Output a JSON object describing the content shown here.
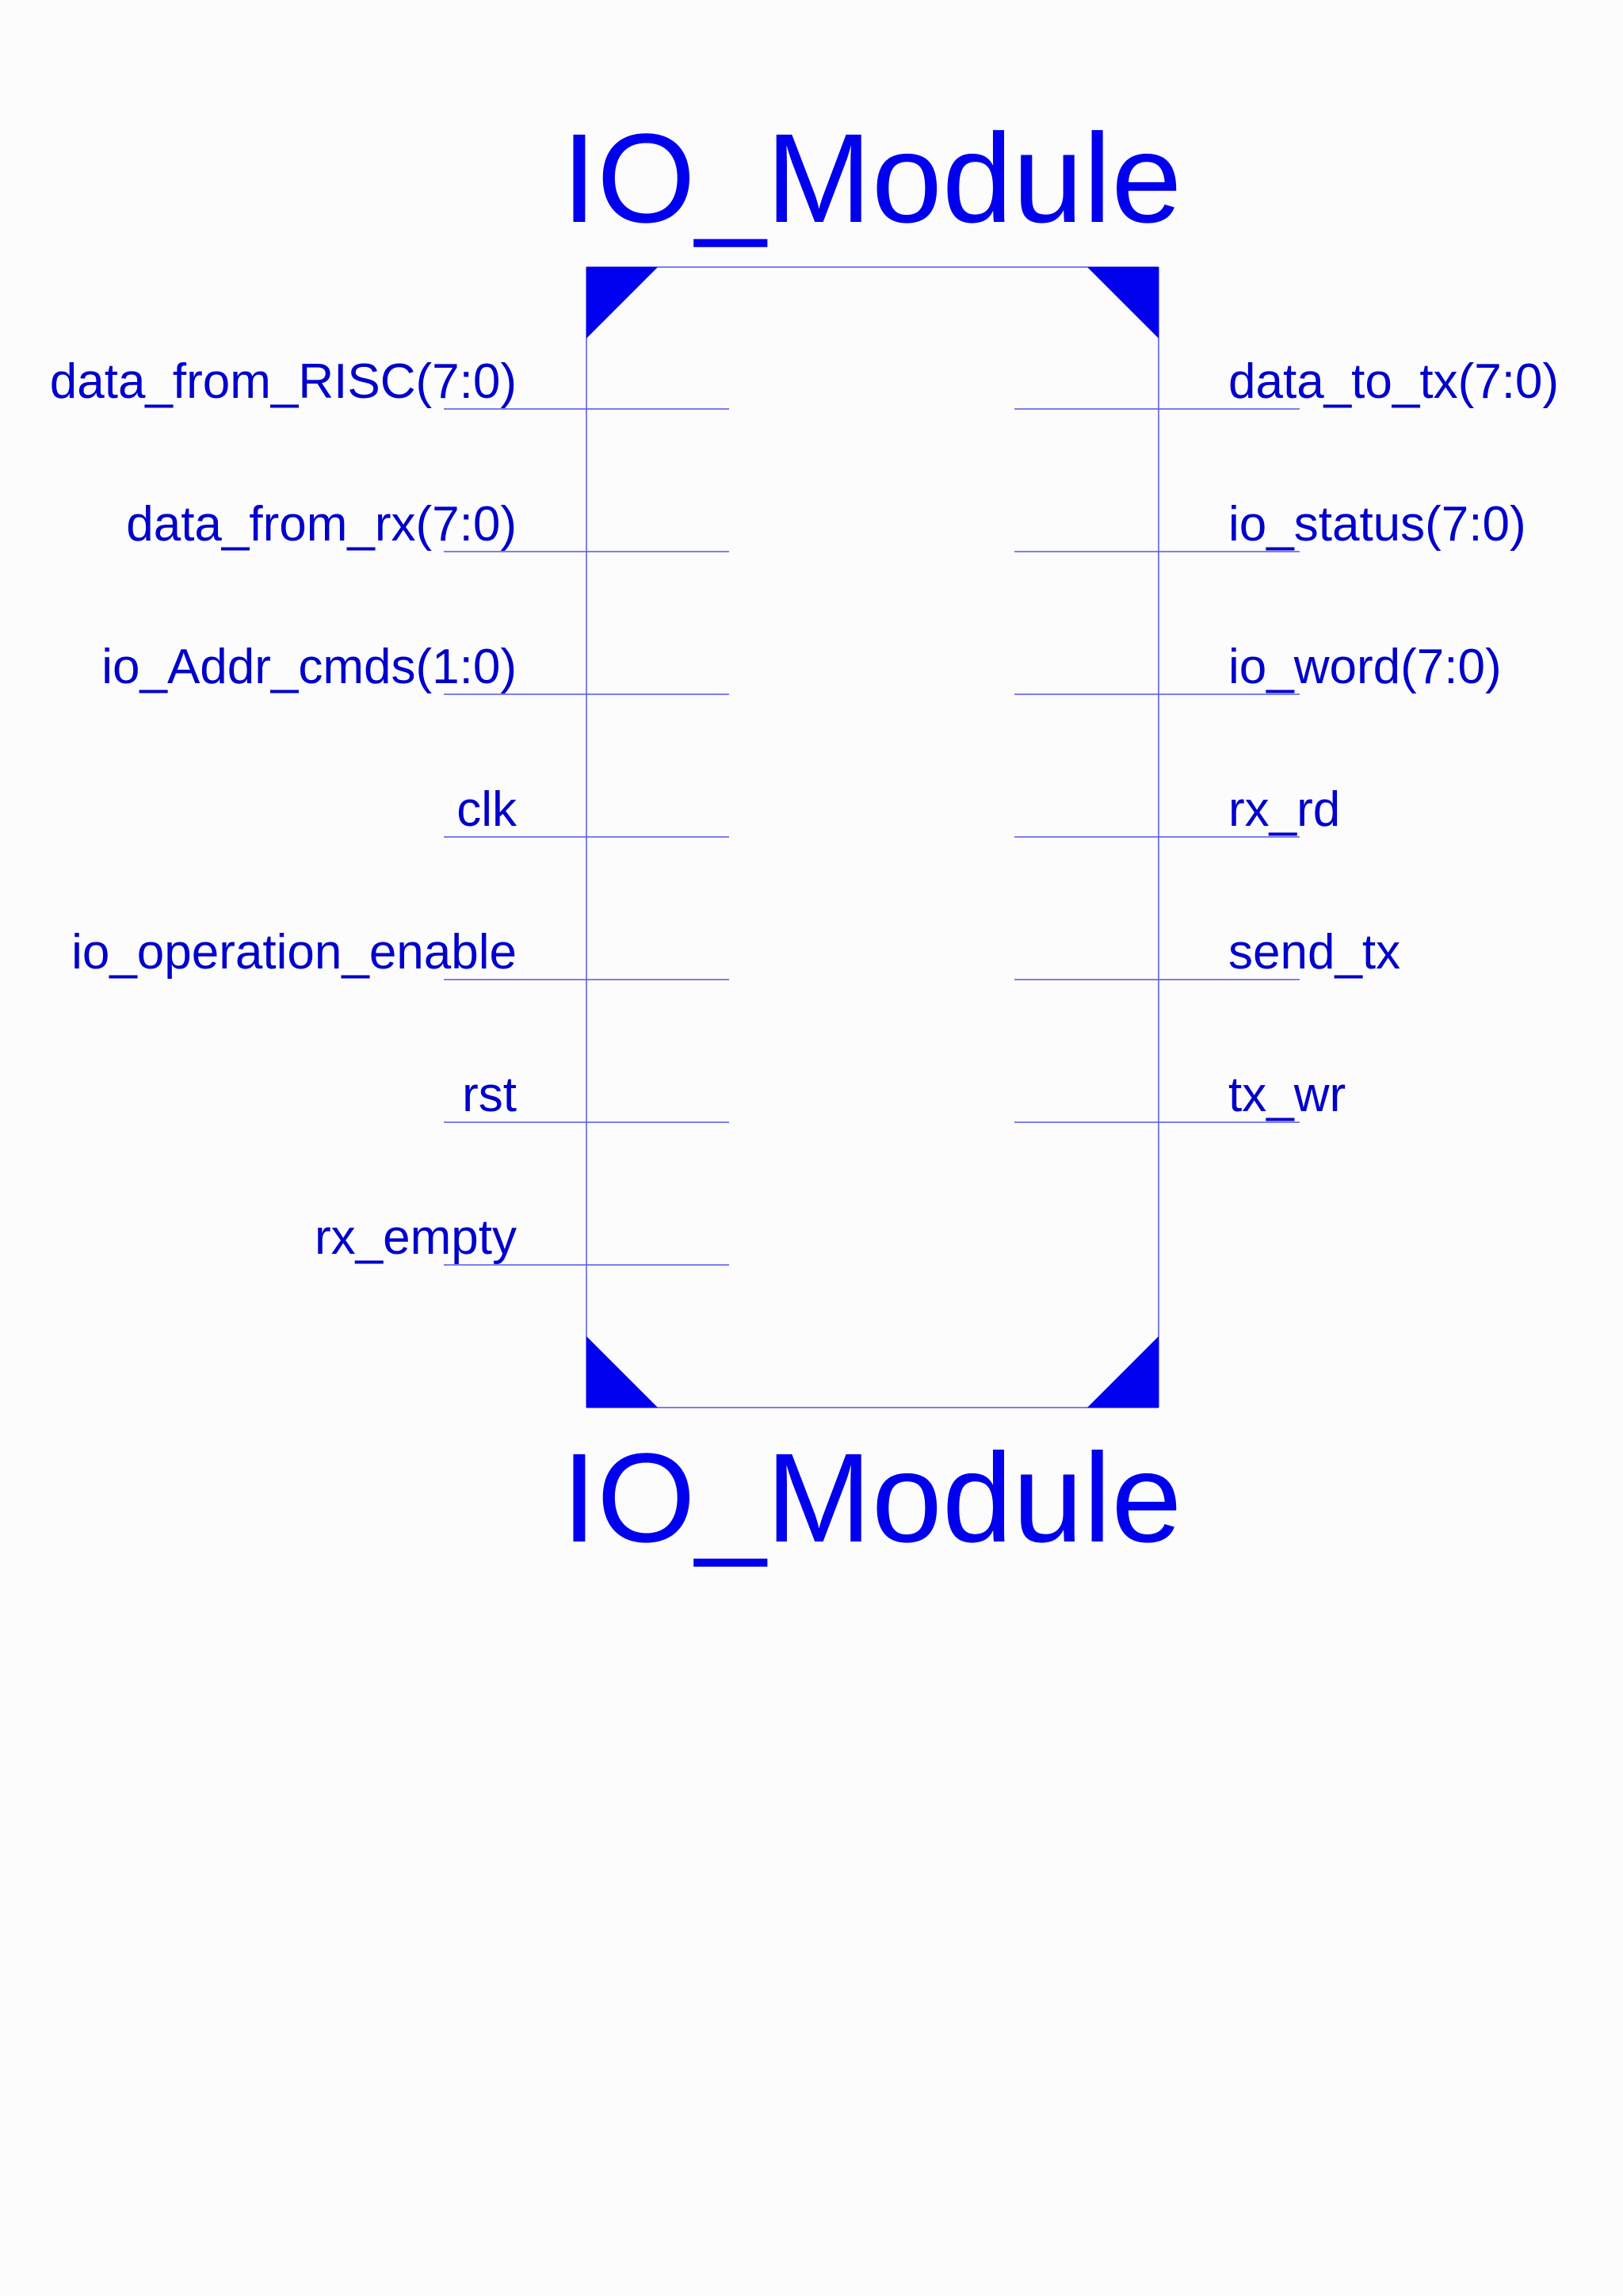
{
  "module": {
    "title_top": "IO_Module",
    "title_bottom": "IO_Module"
  },
  "inputs": [
    "data_from_RISC(7:0)",
    "data_from_rx(7:0)",
    "io_Addr_cmds(1:0)",
    "clk",
    "io_operation_enable",
    "rst",
    "rx_empty"
  ],
  "outputs": [
    "data_to_tx(7:0)",
    "io_status(7:0)",
    "io_word(7:0)",
    "rx_rd",
    "send_tx",
    "tx_wr"
  ],
  "colors": {
    "symbol": "#0000ee",
    "wire": "#5555ee",
    "background": "#fcfcfc"
  }
}
